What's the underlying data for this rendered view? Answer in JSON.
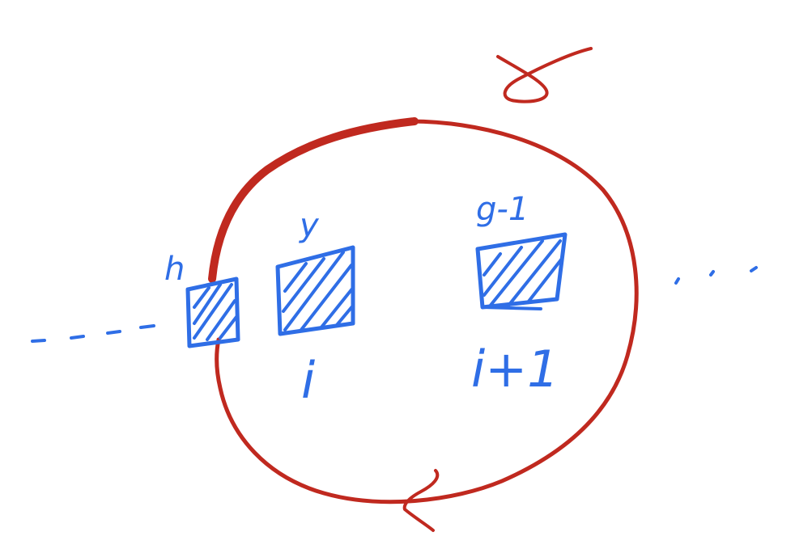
{
  "colors": {
    "ink_red": "#c0291f",
    "ink_blue": "#2f6ee6",
    "background": "#ffffff"
  },
  "diagram": {
    "labels": {
      "left_box_top": "h",
      "middle_box_top": "y",
      "middle_box_bottom": "i",
      "right_box_top": "g-1",
      "right_box_bottom": "i+1"
    },
    "continuation_left": "- - - -",
    "continuation_right": ". . ."
  }
}
